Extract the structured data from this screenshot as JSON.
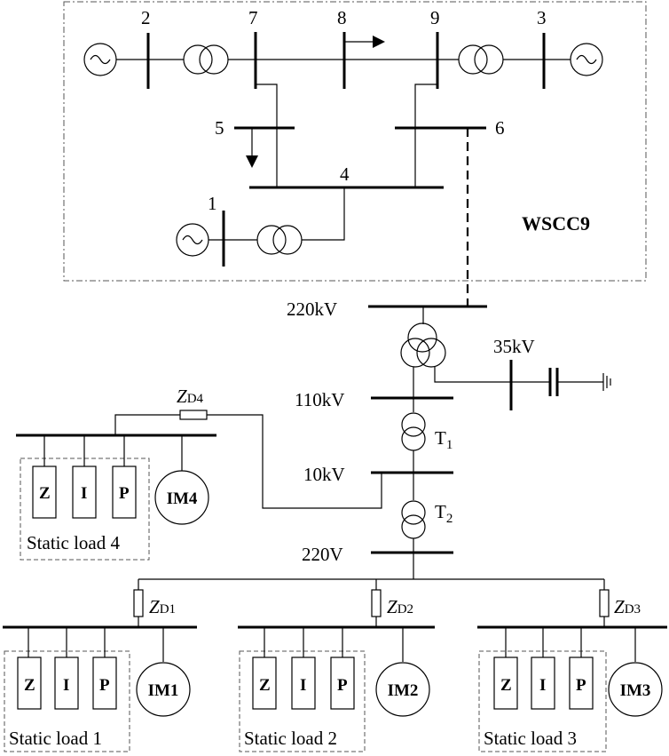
{
  "wscc": {
    "label": "WSCC9",
    "buses": [
      "1",
      "2",
      "3",
      "4",
      "5",
      "6",
      "7",
      "8",
      "9"
    ]
  },
  "voltages": {
    "v220k": "220kV",
    "v35k": "35kV",
    "v110k": "110kV",
    "v10k": "10kV",
    "v220": "220V"
  },
  "transformers": {
    "t1": {
      "letter": "T",
      "sub": "1"
    },
    "t2": {
      "letter": "T",
      "sub": "2"
    }
  },
  "impedances": [
    {
      "letter": "Z",
      "sub": "D4"
    },
    {
      "letter": "Z",
      "sub": "D1"
    },
    {
      "letter": "Z",
      "sub": "D2"
    },
    {
      "letter": "Z",
      "sub": "D3"
    }
  ],
  "load_elements": [
    "Z",
    "I",
    "P"
  ],
  "motors": [
    "IM4",
    "IM1",
    "IM2",
    "IM3"
  ],
  "static_loads": [
    "Static load 4",
    "Static load 1",
    "Static load 2",
    "Static load 3"
  ]
}
